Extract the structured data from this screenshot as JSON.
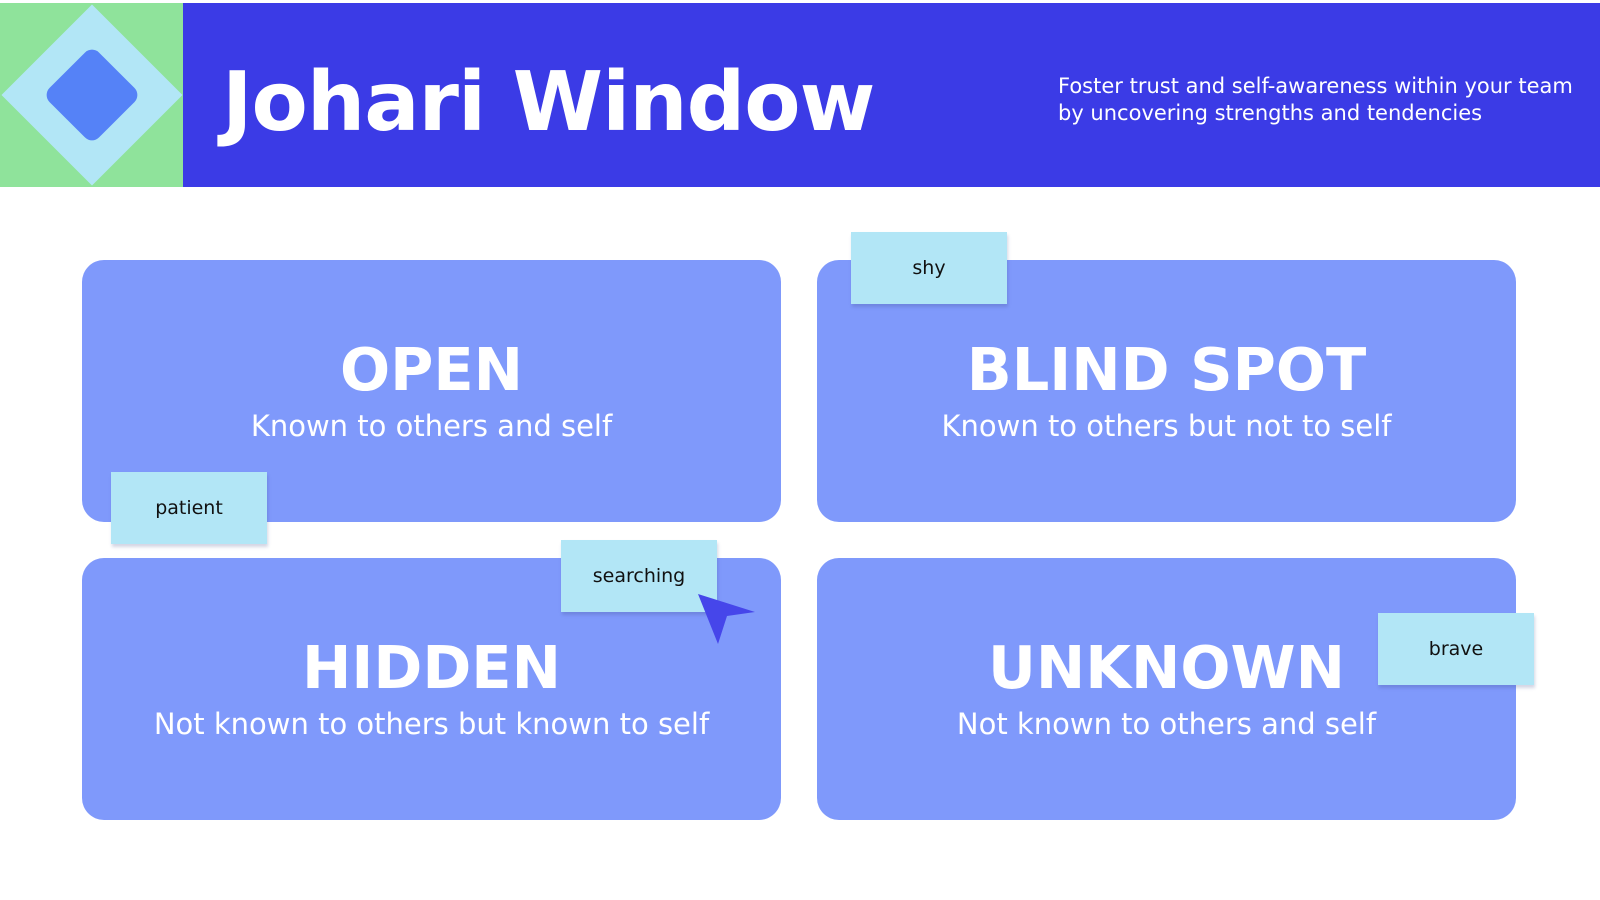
{
  "header": {
    "title": "Johari Window",
    "subtitle": "Foster trust and self-awareness within your team by uncovering strengths and tendencies"
  },
  "quadrants": [
    {
      "title": "OPEN",
      "description": "Known to others and self"
    },
    {
      "title": "BLIND SPOT",
      "description": "Known to others but not to self"
    },
    {
      "title": "HIDDEN",
      "description": "Not known to others but known to self"
    },
    {
      "title": "UNKNOWN",
      "description": "Not known to others and self"
    }
  ],
  "sticky_notes": [
    "shy",
    "patient",
    "searching",
    "brave"
  ],
  "icons": {
    "logo": "diamond-logo-icon",
    "cursor": "pointer-cursor-icon"
  },
  "colors": {
    "header_background": "#3b3be6",
    "card_background": "#7f99fb",
    "sticky_note": "#b2e6f6",
    "logo_green": "#8fe39b",
    "logo_light_blue": "#b2e6f6",
    "logo_blue": "#5582f7",
    "cursor": "#4646ea"
  }
}
